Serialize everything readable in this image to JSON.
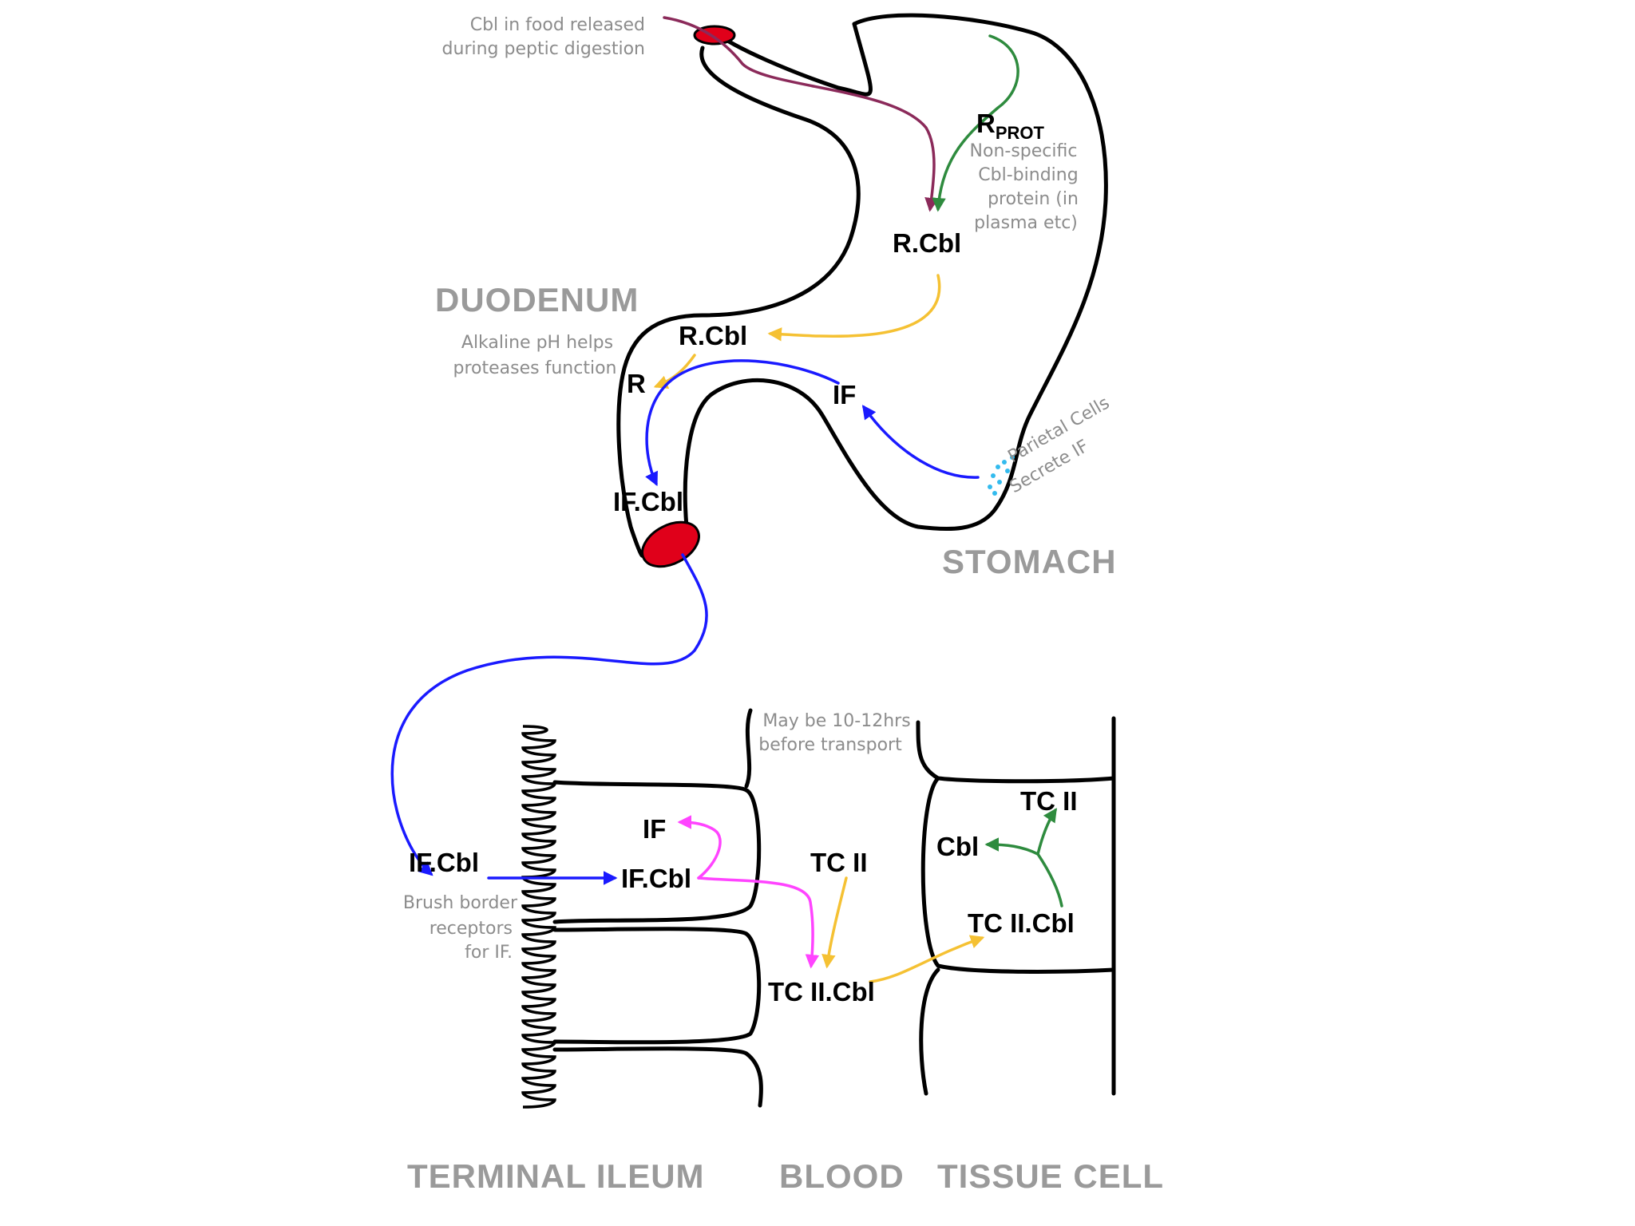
{
  "colors": {
    "cbl_path": "#8b2a5a",
    "r_protein_path": "#2e8b3e",
    "transfer": "#f5c133",
    "if_path": "#1a1aff",
    "if_recycle": "#ff44ff",
    "tissue_split": "#2e8b3e",
    "sphincter": "#e0001a",
    "parietal": "#33bbee",
    "outline": "#000000",
    "region_text": "#9a9a9a",
    "note_text": "#8c8c8c"
  },
  "icons": {
    "pylorus": "red-ellipse",
    "ileocecal_opening": "red-ellipse",
    "parietal_cells": "blue-dots",
    "brush_border": "coil-villi"
  },
  "notes": {
    "food_line1": "Cbl in food released",
    "food_line2": "during peptic digestion",
    "rprot_line1": "Non-specific",
    "rprot_line2": "Cbl-binding",
    "rprot_line3": "protein (in",
    "rprot_line4": "plasma etc)",
    "alkaline_line1": "Alkaline pH helps",
    "alkaline_line2": "proteases function",
    "parietal_line1": "Parietal Cells",
    "parietal_line2": "Secrete IF",
    "brush_line1": "Brush border",
    "brush_line2": "receptors",
    "brush_line3": "for IF.",
    "delay_line1": "May be 10-12hrs",
    "delay_line2": "before transport"
  },
  "labels": {
    "r_prot_main": "R",
    "r_prot_sub": "PROT",
    "r_cbl_stomach": "R.Cbl",
    "r_cbl_duodenum": "R.Cbl",
    "r_free": "R",
    "if_stomach": "IF",
    "if_cbl_duodenum": "IF.Cbl",
    "if_cbl_lumen": "IF.Cbl",
    "if_cbl_cell": "IF.Cbl",
    "if_cell": "IF",
    "tcii_blood": "TC II",
    "tcii_cbl_blood": "TC II.Cbl",
    "tcii_cbl_tissue": "TC II.Cbl",
    "tcii_tissue": "TC II",
    "cbl_tissue": "Cbl"
  },
  "regions": {
    "duodenum": "DUODENUM",
    "stomach": "STOMACH",
    "terminal_ileum": "TERMINAL ILEUM",
    "blood": "BLOOD",
    "tissue_cell": "TISSUE CELL"
  }
}
